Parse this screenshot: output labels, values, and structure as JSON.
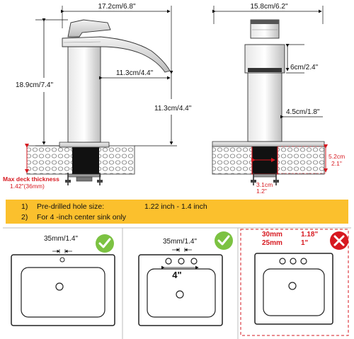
{
  "faucet_front": {
    "width": "17.2cm/6.8\"",
    "height": "18.9cm/7.4\"",
    "spout_reach": "11.3cm/4.4\"",
    "spout_height": "11.3cm/4.4\"",
    "max_deck_label": "Max deck thickness",
    "max_deck_value": "1.42\"(36mm)"
  },
  "faucet_side": {
    "width": "15.8cm/6.2\"",
    "body_height": "6cm/2.4\"",
    "base_width": "4.5cm/1.8\"",
    "deck_height_cm": "5.2cm",
    "deck_height_in": "2.1\"",
    "shank_cm": "3.1cm",
    "shank_in": "1.2\""
  },
  "notes": {
    "n1": "1)",
    "n1_text": "Pre-drilled hole size:",
    "n1_value": "1.22 inch - 1.4 inch",
    "n2": "2)",
    "n2_text": "For 4 -inch center sink only"
  },
  "sinks": {
    "s1_label": "35mm/1.4\"",
    "s2_label": "35mm/1.4\"",
    "s2_center": "4\"",
    "s3_label_mm1": "30mm",
    "s3_label_in1": "1.18\"",
    "s3_label_mm2": "25mm",
    "s3_label_in2": "1\""
  },
  "colors": {
    "ok_green": "#7cc242",
    "bad_red": "#d71920",
    "banner_yellow": "#fbc02d",
    "chrome": "#c9c9c9"
  },
  "icons": [
    "check-icon",
    "check-icon",
    "x-icon"
  ]
}
